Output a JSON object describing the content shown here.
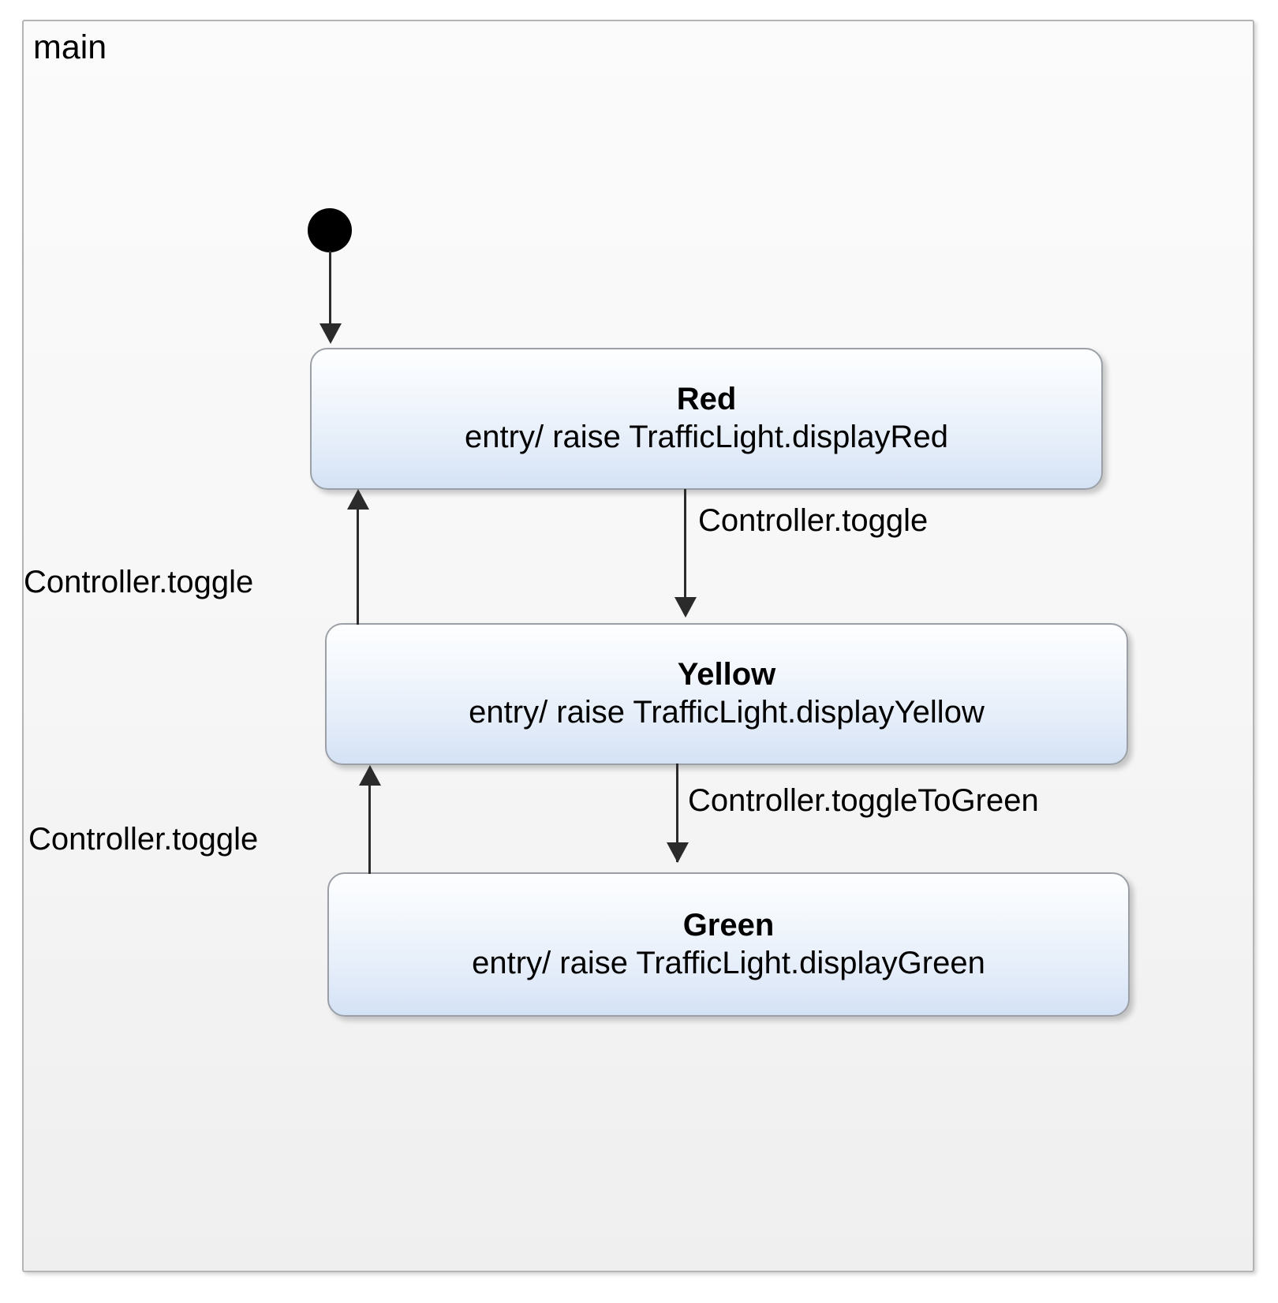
{
  "diagram": {
    "type": "uml-state-machine",
    "region_name": "main",
    "initial_state": {
      "name": "initial-pseudostate",
      "shape": "filled-circle"
    },
    "states": [
      {
        "id": "red",
        "title": "Red",
        "body": "entry/ raise TrafficLight.displayRed"
      },
      {
        "id": "yellow",
        "title": "Yellow",
        "body": "entry/ raise TrafficLight.displayYellow"
      },
      {
        "id": "green",
        "title": "Green",
        "body": "entry/ raise TrafficLight.displayGreen"
      }
    ],
    "transitions": [
      {
        "id": "init-to-red",
        "from": "initial-pseudostate",
        "to": "Red",
        "label": ""
      },
      {
        "id": "red-to-yellow",
        "from": "Red",
        "to": "Yellow",
        "label": "Controller.toggle"
      },
      {
        "id": "yellow-to-green",
        "from": "Yellow",
        "to": "Green",
        "label": "Controller.toggleToGreen"
      },
      {
        "id": "yellow-to-red",
        "from": "Yellow",
        "to": "Red",
        "label": "Controller.toggle"
      },
      {
        "id": "green-to-yellow",
        "from": "Green",
        "to": "Yellow",
        "label": "Controller.toggle"
      }
    ],
    "colors": {
      "state_fill_top": "#fdfeff",
      "state_fill_bottom": "#d4e2f5",
      "state_border": "#9aa0a6",
      "region_border": "#b4b4b4",
      "region_fill": "#f7f7f7",
      "edge": "#2b2b2b",
      "text": "#000000"
    }
  }
}
